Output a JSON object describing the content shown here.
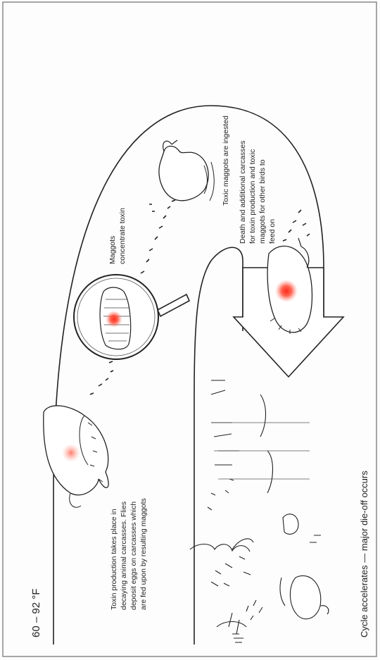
{
  "temperature_range": "60 – 92 °F",
  "captions": {
    "toxin_production": [
      "Toxin production takes place in",
      "decaying animal carcasses. Flies",
      "deposit eggs on carcasses which",
      "are fed upon by resulting maggots"
    ],
    "maggots_concentrate": [
      "Maggots",
      "concentrate toxin"
    ],
    "toxic_ingested": [
      "Toxic maggots are ingested"
    ],
    "death_carcasses": [
      "Death and additional carcasses",
      "for toxin production and toxic",
      "maggots for other birds to",
      "feed on"
    ],
    "cycle": "Cycle accelerates — major die-off occurs"
  },
  "colors": {
    "toxin_spot": "#ff3b2f",
    "line": "#222222"
  },
  "icons": [
    "dead-bird-icon",
    "magnifier-icon",
    "maggot-icon",
    "swimming-duck-icon",
    "sick-duck-icon",
    "marsh-scene-icon",
    "big-arrow-icon",
    "fly-icon"
  ]
}
